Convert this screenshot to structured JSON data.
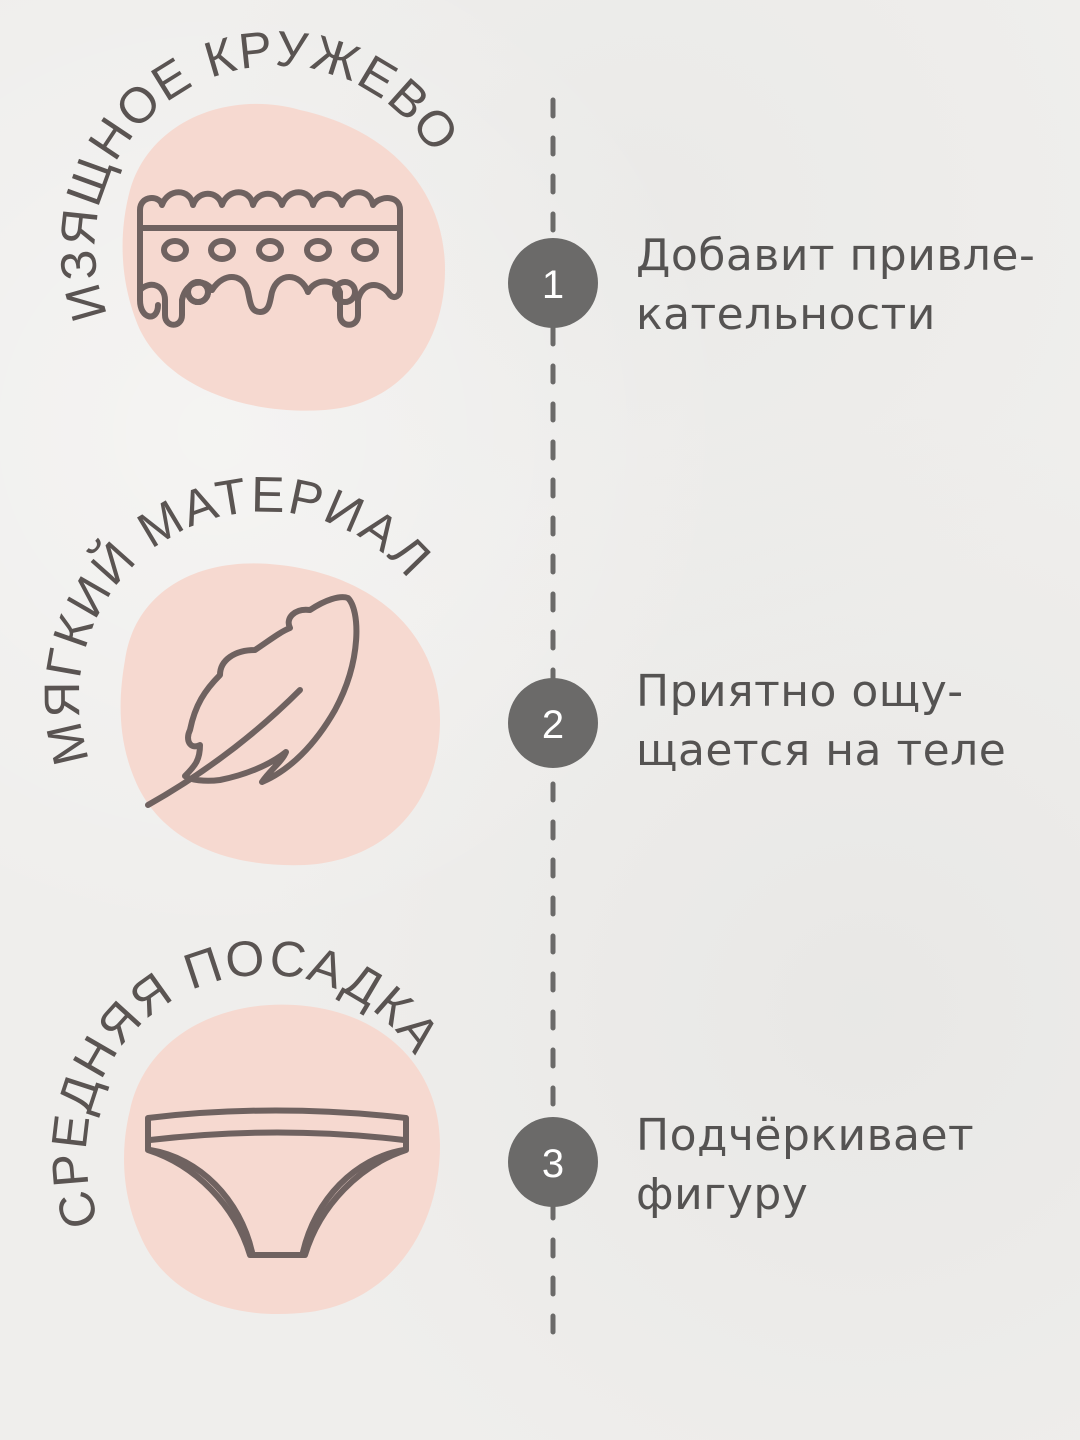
{
  "colors": {
    "background": "#efeeec",
    "blob": "#f6d9d0",
    "icon_stroke": "#6f6260",
    "arc_text": "#5a5452",
    "badge": "#6b6a69",
    "badge_text": "#ffffff",
    "dash": "#6b6a69",
    "caption": "#555352"
  },
  "features": [
    {
      "arc_title": "ИЗЯЩНОЕ КРУЖЕВО",
      "icon": "lace-icon",
      "number": "1",
      "caption_lines": [
        "Добавит привле-",
        "кательности"
      ]
    },
    {
      "arc_title": "МЯГКИЙ МАТЕРИАЛ",
      "icon": "feather-icon",
      "number": "2",
      "caption_lines": [
        "Приятно ощу-",
        "щается на теле"
      ]
    },
    {
      "arc_title": "СРЕДНЯЯ ПОСАДКА",
      "icon": "briefs-icon",
      "number": "3",
      "caption_lines": [
        "Подчёркивает",
        "фигуру"
      ]
    }
  ]
}
